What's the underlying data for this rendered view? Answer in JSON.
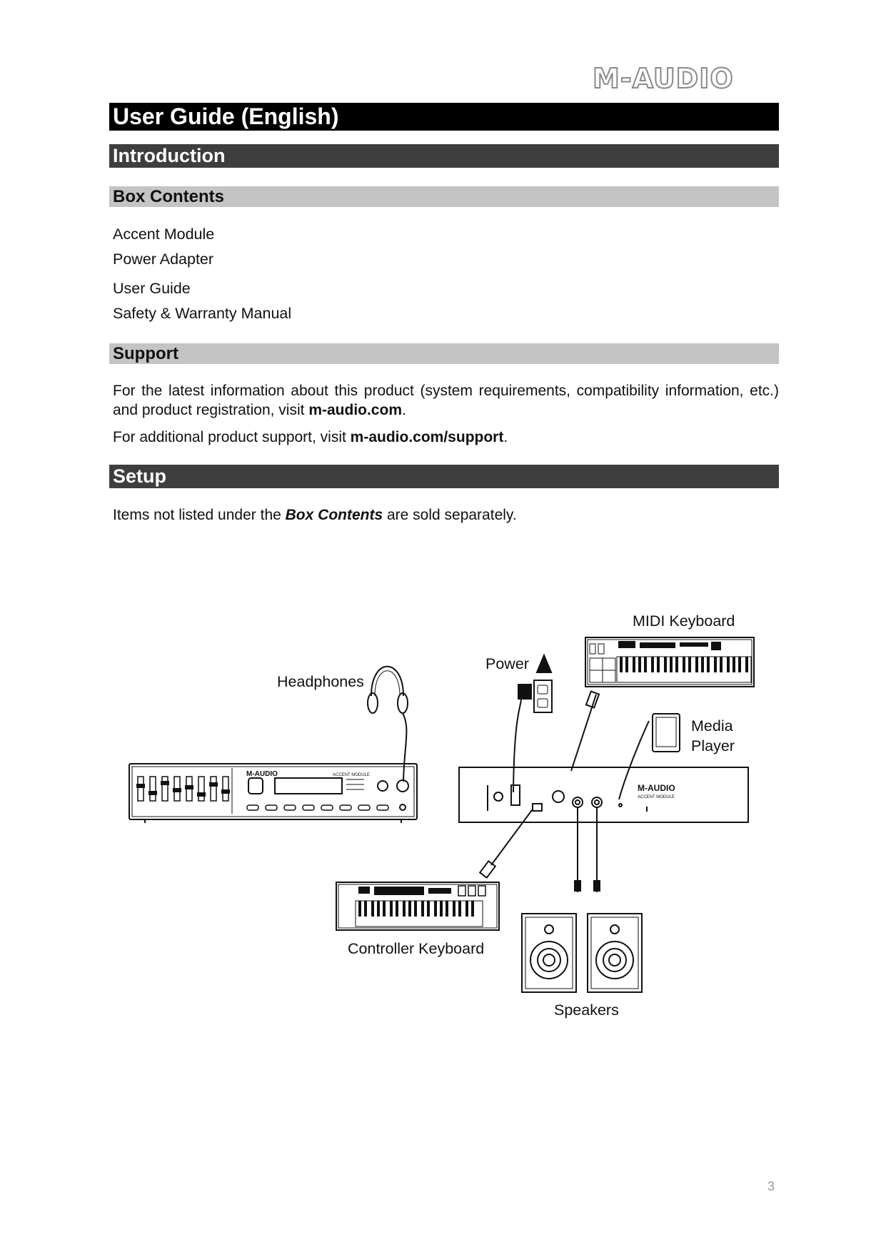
{
  "logo": "M-AUDIO",
  "title": "User Guide (English)",
  "introduction": {
    "heading": "Introduction"
  },
  "box_contents": {
    "heading": "Box Contents",
    "items": [
      "Accent Module",
      "Power Adapter",
      "User Guide",
      "Safety & Warranty Manual"
    ]
  },
  "support": {
    "heading": "Support",
    "para1_pre": "For the latest information about this product (system requirements, compatibility information, etc.) and product registration, visit ",
    "para1_link": "m-audio.com",
    "para1_post": ".",
    "para2_pre": "For additional product support, visit ",
    "para2_link": "m-audio.com/support",
    "para2_post": "."
  },
  "setup": {
    "heading": "Setup",
    "note_pre": "Items not listed under the ",
    "note_em": "Box Contents",
    "note_post": " are sold separately.",
    "diagram_labels": {
      "midi_keyboard": "MIDI Keyboard",
      "power": "Power",
      "headphones": "Headphones",
      "media_player": "Media\nPlayer",
      "controller_keyboard": "Controller Keyboard",
      "speakers": "Speakers"
    },
    "device_brand": "M-AUDIO",
    "device_model": "ACCENT MODULE"
  },
  "page_number": "3"
}
